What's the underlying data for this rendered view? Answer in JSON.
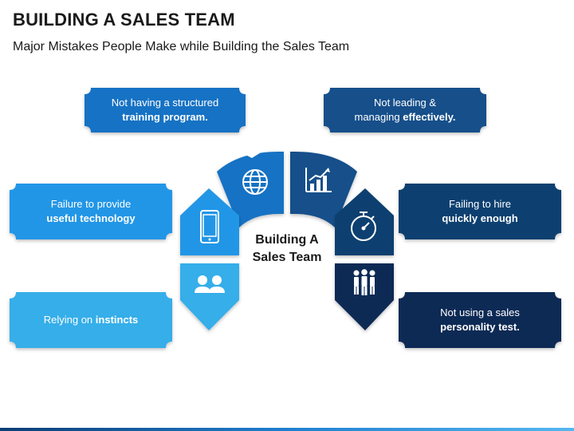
{
  "header": {
    "title": "BUILDING A SALES TEAM",
    "subtitle": "Major Mistakes People Make while Building the Sales Team"
  },
  "center": {
    "line1": "Building A",
    "line2": "Sales Team"
  },
  "cards": [
    {
      "id": "training",
      "text_plain": "Not having a structured",
      "text_bold": "training program.",
      "color": "#1672c4",
      "icon": "globe-icon"
    },
    {
      "id": "leading",
      "text_plain": "Not leading &",
      "text_plain2": "managing",
      "text_bold": "effectively.",
      "color": "#124f8a",
      "icon": "bar-chart-growth-icon"
    },
    {
      "id": "technology",
      "text_plain": "Failure to provide",
      "text_bold": "useful technology",
      "color": "#2196e6",
      "icon": "smartphone-icon"
    },
    {
      "id": "hire",
      "text_plain": "Failing to hire",
      "text_bold": "quickly enough",
      "color": "#103f6f",
      "icon": "stopwatch-icon"
    },
    {
      "id": "instincts",
      "text_plain": "Relying on",
      "text_bold": "instincts",
      "color": "#34aee9",
      "icon": "two-people-icon"
    },
    {
      "id": "personality",
      "text_plain": "Not using a sales",
      "text_bold": "personality test.",
      "color": "#0b2c55",
      "icon": "team-group-icon"
    }
  ],
  "colors": {
    "segment_globe": "#1672c4",
    "segment_chart": "#124f8a",
    "segment_phone": "#2196e6",
    "segment_stopwatch": "#103f6f",
    "segment_people": "#34aee9",
    "segment_team": "#0b2c55"
  }
}
